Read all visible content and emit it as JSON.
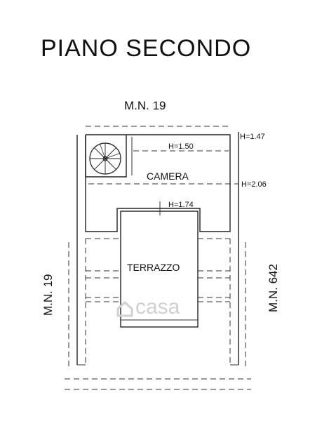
{
  "title": "PIANO SECONDO",
  "labels": {
    "top_neighbor": "M.N. 19",
    "left_neighbor": "M.N. 19",
    "right_neighbor": "M.N. 642",
    "camera": "CAMERA",
    "terrazzo": "TERRAZZO",
    "h_inner": "H=1.50",
    "h_outer_top": "H=1.47",
    "h_mid": "H=2.06",
    "h_terrace": "H=1.74",
    "watermark": "casa"
  },
  "colors": {
    "line": "#222222",
    "watermark": "#d0d0d0"
  },
  "icons": {
    "stair": "spiral-staircase-icon",
    "watermark": "casa-logo-icon"
  }
}
